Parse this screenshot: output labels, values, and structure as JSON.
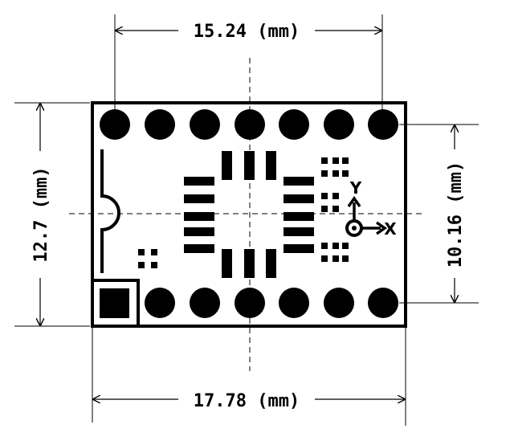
{
  "dimensions": {
    "top": "15.24 (mm)",
    "bottom": "17.78 (mm)",
    "left": "12.7 (mm)",
    "right": "10.16 (mm)"
  },
  "axes": {
    "x_label": "X",
    "y_label": "Y"
  },
  "colors": {
    "ink": "#000000",
    "background": "#ffffff"
  },
  "pins": {
    "top_row_count": 7,
    "bottom_row_count": 7,
    "pin1_shape": "square"
  }
}
